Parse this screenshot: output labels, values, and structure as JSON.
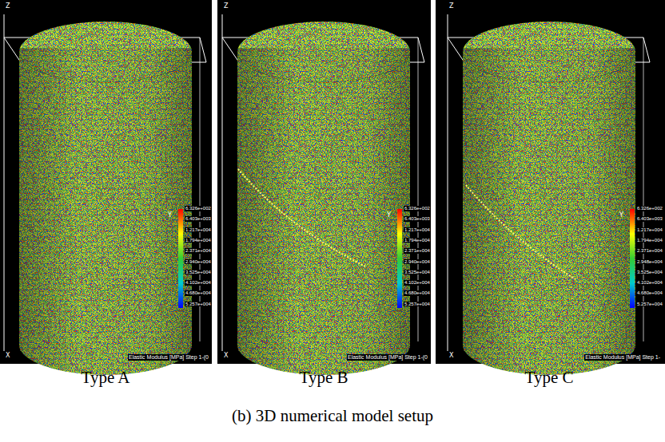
{
  "diagram": {
    "caption": "(b) 3D numerical model setup",
    "labels": [
      "Z",
      "Y",
      "X",
      "6.326e+002",
      "6.403e+003",
      "1.217e+004",
      "1.794e+004",
      "2.371e+004",
      "2.940e+004",
      "3.525e+004",
      "4.102e+004",
      "4.680e+004",
      "5.257e+004",
      "Elastic Modulus [MPa] Step 1-(0",
      "Z",
      "Y",
      "X",
      "6.326e+002",
      "6.403e+003",
      "1.217e+004",
      "1.794e+004",
      "2.371e+004",
      "2.940e+004",
      "3.525e+004",
      "4.102e+004",
      "4.680e+004",
      "5.257e+004",
      "Elastic Modulus [MPa] Step 1-(0",
      "Z",
      "Y",
      "X",
      "6.326e+002",
      "6.403e+003",
      "1.217e+004",
      "1.794e+004",
      "2.371e+004",
      "2.948e+004",
      "3.525e+004",
      "4.102e+004",
      "4.680e+004",
      "5.257e+004",
      "Elastic Modulus [MPa] Step 1-",
      "Type A",
      "Type B",
      "Type C"
    ]
  }
}
